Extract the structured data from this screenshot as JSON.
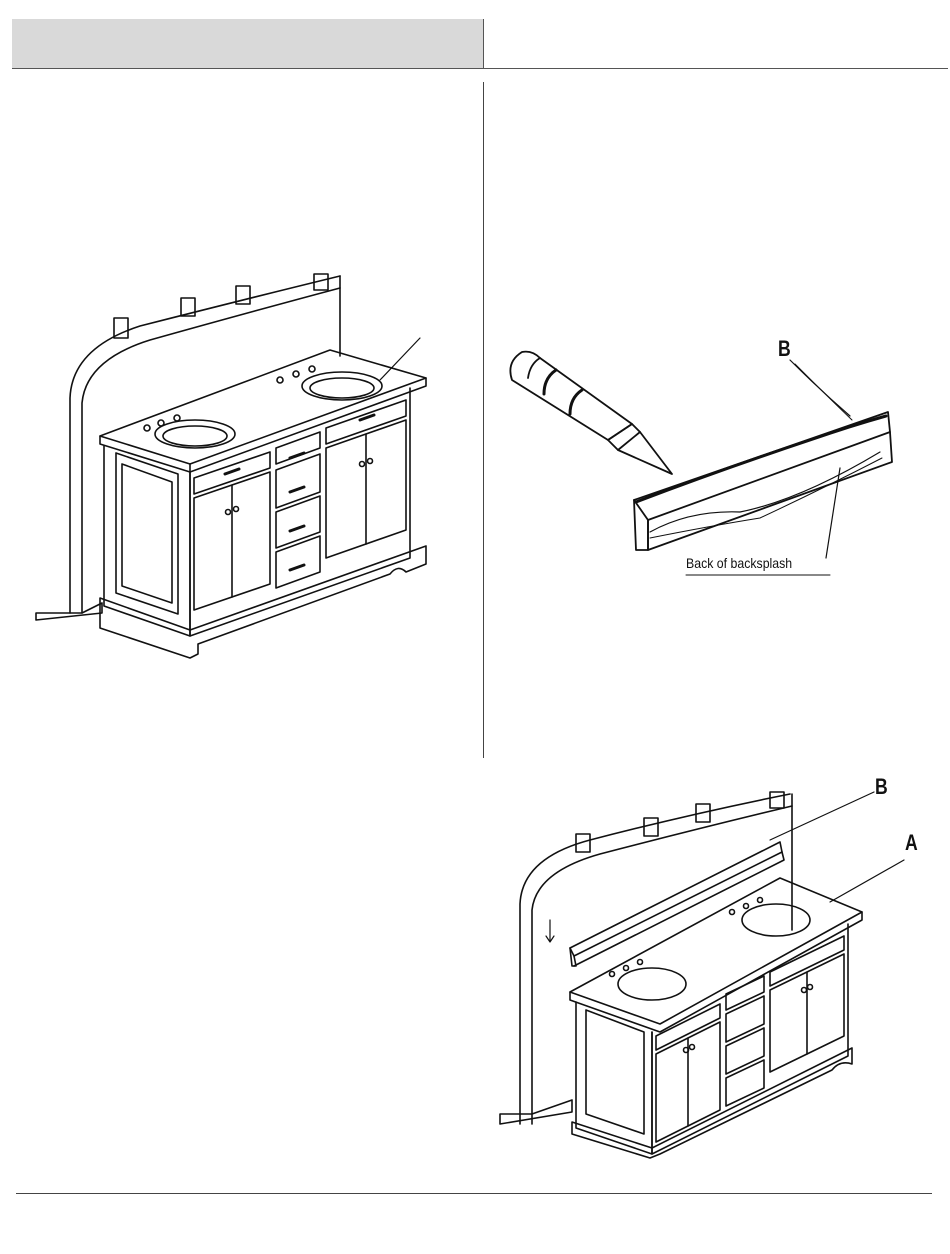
{
  "figures": {
    "caulk_figure": {
      "label_b": "B",
      "back_label": "Back of backsplash"
    },
    "install_figure": {
      "label_b": "B",
      "label_a": "A"
    }
  }
}
